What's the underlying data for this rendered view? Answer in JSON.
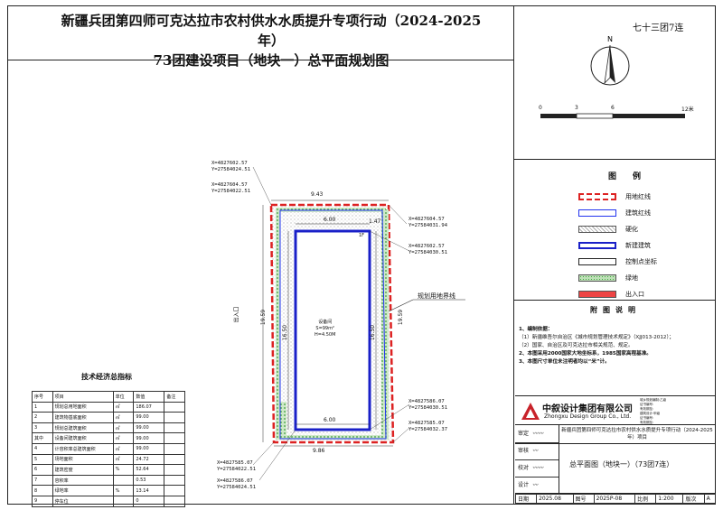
{
  "title": {
    "line1": "新疆兵团第四师可克达拉市农村供水水质提升专项行动（2024-2025年）",
    "line2": "73团建设项目（地块一）总平面规划图"
  },
  "corner_tag": "七十三团7连",
  "compass_letter": "N",
  "scale_bar": {
    "ticks": [
      "0",
      "3",
      "6",
      "12米"
    ]
  },
  "legend": {
    "title": "图例",
    "items": [
      {
        "label": "用地红线",
        "icon": "red-dashed-line"
      },
      {
        "label": "建筑红线",
        "icon": "blue-outline"
      },
      {
        "label": "硬化",
        "icon": "hatch-fill"
      },
      {
        "label": "新建建筑",
        "icon": "bold-blue-outline"
      },
      {
        "label": "控制点坐标",
        "icon": "coordinate-box"
      },
      {
        "label": "绿地",
        "icon": "green-dots"
      },
      {
        "label": "出入口",
        "icon": "entrance-arrow"
      }
    ]
  },
  "notes": {
    "title": "附图说明",
    "lines": [
      "1、编制依据：",
      "（1）新疆维吾尔自治区《城市规划管理技术规定》（XJJ013-2012）；",
      "（2）国家、自治区及可克达拉市相关规范、规定。",
      "2、本图采用2000国家大地坐标系，1985国家高程基准。",
      "3、本图尺寸单位未注明者均以“米”计。"
    ]
  },
  "plan": {
    "dims": {
      "top_width": "9.43",
      "bottom_width": "9.86",
      "left_height": "19.59",
      "right_height": "19.59",
      "inner_top": "6.00",
      "inner_bottom": "6.00",
      "inner_left": "16.50",
      "inner_right": "16.50",
      "offset": "1.47"
    },
    "building": {
      "name": "设备间",
      "area": "S=99m²",
      "height": "H=4.50M",
      "floor": "1F"
    },
    "entrance_label": "出入口",
    "boundary_label": "规划用地界线",
    "coords": [
      {
        "x": "X=4827602.57",
        "y": "Y=27584024.51"
      },
      {
        "x": "X=4827604.57",
        "y": "Y=27584022.51"
      },
      {
        "x": "X=4827604.57",
        "y": "Y=27584031.94"
      },
      {
        "x": "X=4827602.57",
        "y": "Y=27584030.51"
      },
      {
        "x": "X=4827586.07",
        "y": "Y=27584030.51"
      },
      {
        "x": "X=4827585.07",
        "y": "Y=27584032.37"
      },
      {
        "x": "X=4827585.07",
        "y": "Y=27584022.51"
      },
      {
        "x": "X=4827586.07",
        "y": "Y=27584024.51"
      }
    ]
  },
  "tech_table": {
    "title": "技术经济总指标",
    "headers": [
      "序号",
      "项目",
      "单位",
      "数值",
      "备注"
    ],
    "rows": [
      [
        "1",
        "规划总用地面积",
        "㎡",
        "186.07",
        ""
      ],
      [
        "2",
        "建筑物基底面积",
        "㎡",
        "99.00",
        ""
      ],
      [
        "3",
        "规划总建筑面积",
        "㎡",
        "99.00",
        ""
      ],
      [
        "其中",
        "设备间建筑面积",
        "㎡",
        "99.00",
        ""
      ],
      [
        "4",
        "计容积率总建筑面积",
        "㎡",
        "99.00",
        ""
      ],
      [
        "5",
        "场地面积",
        "㎡",
        "24.72",
        ""
      ],
      [
        "6",
        "建筑密度",
        "%",
        "52.64",
        ""
      ],
      [
        "7",
        "容积率",
        "",
        "0.53",
        ""
      ],
      [
        "8",
        "绿地率",
        "%",
        "13.14",
        ""
      ],
      [
        "9",
        "停车位",
        "",
        "0",
        ""
      ]
    ]
  },
  "title_block": {
    "company_cn": "中叙设计集团有限公司",
    "company_en": "Zhongxu Design Group Co., Ltd.",
    "cert_lines": [
      "城乡规划编制:乙级",
      "证书编号:",
      "有效期至:",
      "建筑设计:甲级",
      "证书编号:",
      "有效期至:"
    ],
    "project": "新疆兵团第四师可克达拉市农村供水水质提升专项行动（2024-2025年）项目",
    "drawing_name": "总平面图（地块一）（73团7连）",
    "roles": [
      "审定",
      "审核",
      "校对",
      "设计"
    ],
    "date_label": "日期",
    "date": "2025.08",
    "number_label": "图号",
    "number": "2025P-08",
    "scale_label": "比例",
    "scale": "1:200",
    "version_label": "版次",
    "version": "A"
  }
}
